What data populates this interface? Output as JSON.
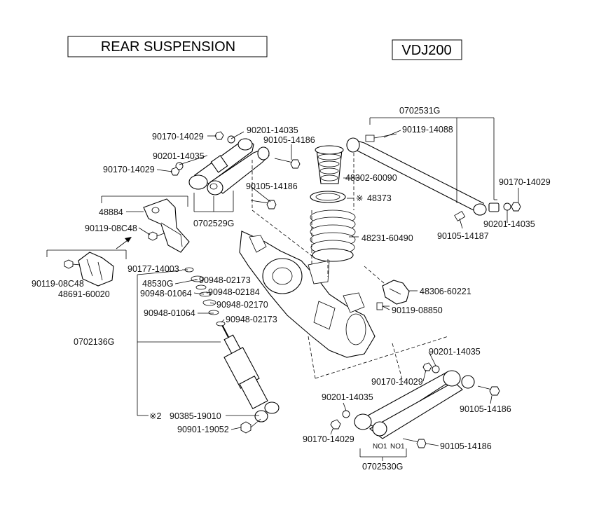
{
  "header": {
    "title": "REAR SUSPENSION",
    "model": "VDJ200"
  },
  "labels": {
    "l_0702531G": "0702531G",
    "l_90170_14029_a": "90170-14029",
    "l_90201_14035_a": "90201-14035",
    "l_90105_14186_a": "90105-14186",
    "l_90119_14088": "90119-14088",
    "l_90201_14035_b": "90201-14035",
    "l_90170_14029_b": "90170-14029",
    "l_48302_60090": "48302-60090",
    "l_90105_14186_b": "90105-14186",
    "l_48373": "48373",
    "l_90170_14029_c": "90170-14029",
    "l_90201_14035_c": "90201-14035",
    "l_90105_14187": "90105-14187",
    "l_48884": "48884",
    "l_0702529G": "0702529G",
    "l_90119_08C48_a": "90119-08C48",
    "l_48231_60490": "48231-60490",
    "l_90177_14003": "90177-14003",
    "l_90948_02173_a": "90948-02173",
    "l_48530G": "48530G",
    "l_90948_01064_a": "90948-01064",
    "l_90948_02184": "90948-02184",
    "l_90119_08C48_b": "90119-08C48",
    "l_48691_60020": "48691-60020",
    "l_48306_60221": "48306-60221",
    "l_90948_02170": "90948-02170",
    "l_90119_08850": "90119-08850",
    "l_90948_01064_b": "90948-01064",
    "l_90948_02173_b": "90948-02173",
    "l_0702136G": "0702136G",
    "l_90201_14035_d": "90201-14035",
    "l_90170_14029_d": "90170-14029",
    "l_90105_14186_c": "90105-14186",
    "l_90201_14035_e": "90201-14035",
    "l_90385_19010": "90385-19010",
    "l_ref2": "※2",
    "l_90901_19052": "90901-19052",
    "l_90170_14029_e": "90170-14029",
    "l_90105_14186_d": "90105-14186",
    "l_0702530G": "0702530G",
    "l_ref_mark": "※",
    "l_no1_a": "NO1",
    "l_no1_b": "NO1"
  }
}
